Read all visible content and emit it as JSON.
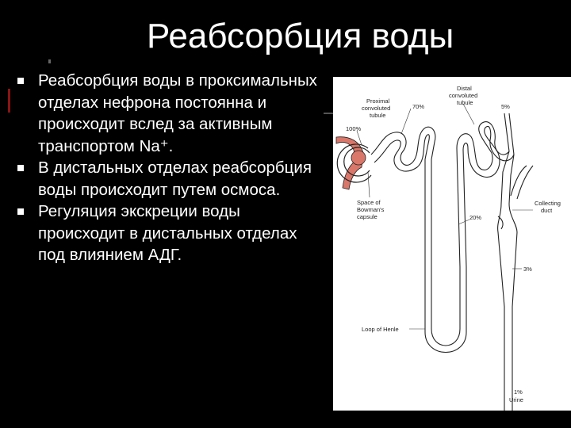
{
  "slide": {
    "title": "Реабсорбция воды",
    "bullets": [
      "Реабсорбция воды в проксимальных отделах нефрона постоянна и происходит вслед за активным транспортом Na⁺.",
      "В дистальных отделах реабсорбция воды происходит путем осмоса.",
      "Регуляция экскреции воды происходит в дистальных отделах под влиянием АДГ."
    ]
  },
  "diagram": {
    "labels": {
      "proximal_1": "Proximal",
      "proximal_2": "convoluted",
      "proximal_3": "tubule",
      "proximal_pct": "70%",
      "distal_1": "Distal",
      "distal_2": "convoluted",
      "distal_3": "tubule",
      "distal_pct": "5%",
      "capsule_pct": "100%",
      "space_1": "Space of",
      "space_2": "Bowman's",
      "space_3": "capsule",
      "collecting_1": "Collecting",
      "collecting_2": "duct",
      "loop_pct": "20%",
      "collecting_pct": "3%",
      "loop": "Loop of Henle",
      "urine_pct": "1%",
      "urine": "Urine"
    },
    "colors": {
      "vessel": "#d9776a",
      "outline": "#222222"
    }
  }
}
